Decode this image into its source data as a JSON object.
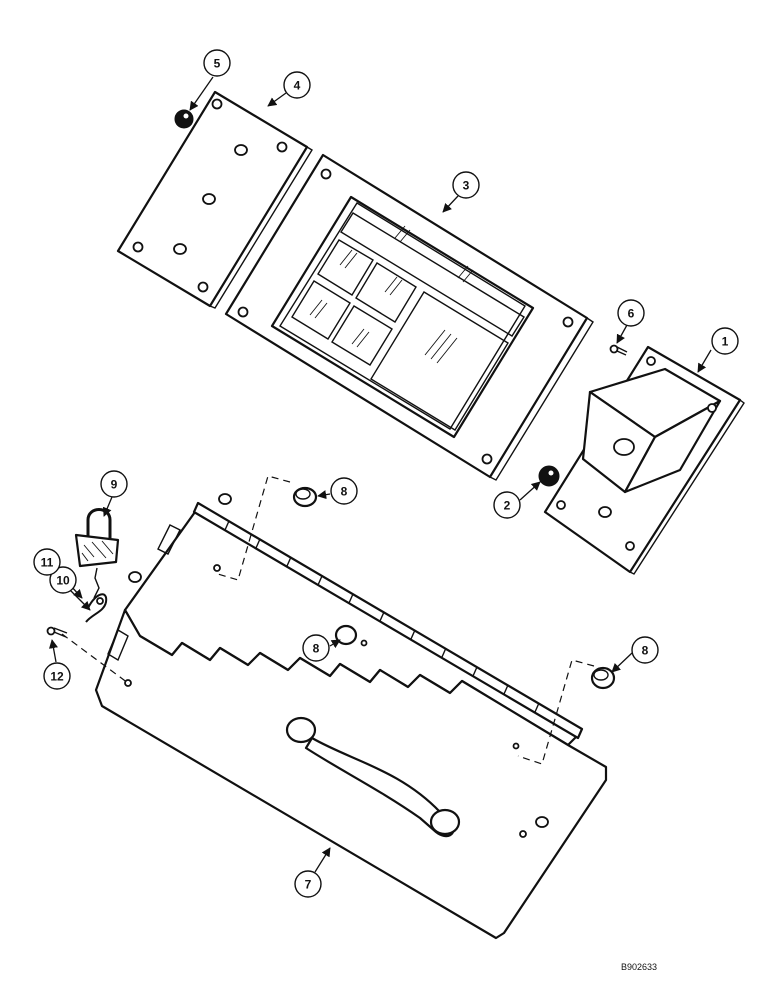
{
  "drawing": {
    "code": "B902633",
    "callouts": [
      "1",
      "2",
      "3",
      "4",
      "5",
      "6",
      "7",
      "8",
      "8",
      "8",
      "9",
      "10",
      "11",
      "12"
    ]
  },
  "colors": {
    "ink": "#111111",
    "paper": "#ffffff"
  }
}
